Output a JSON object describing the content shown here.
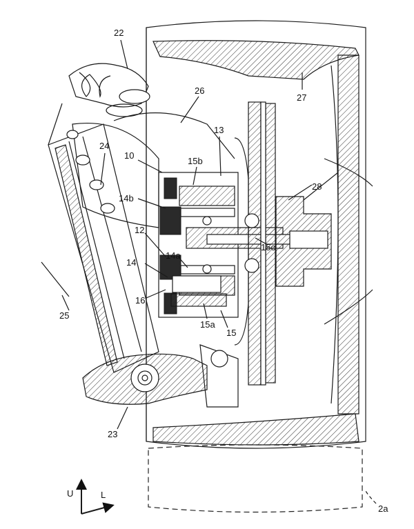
{
  "labels": {
    "l22": "22",
    "l26": "26",
    "l27": "27",
    "l13": "13",
    "l24": "24",
    "l10": "10",
    "l15b": "15b",
    "l28": "28",
    "l14b": "14b",
    "l12": "12",
    "l15c": "15c",
    "l14a": "14a",
    "l14": "14",
    "l16": "16",
    "l25": "25",
    "l15a": "15a",
    "l15": "15",
    "l23": "23",
    "l2a": "2a",
    "axisU": "U",
    "axisL": "L"
  }
}
